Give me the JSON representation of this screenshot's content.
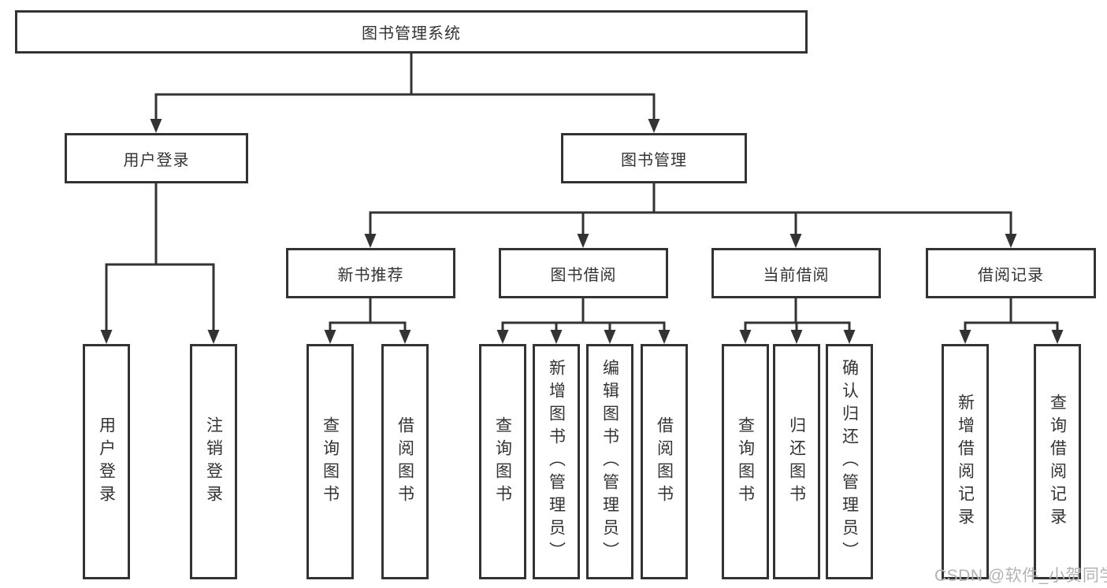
{
  "diagram": {
    "title": "图书管理系统",
    "tree": {
      "root": {
        "label": "图书管理系统"
      },
      "branches": [
        {
          "label": "用户登录",
          "children": [
            {
              "label": "用户登录"
            },
            {
              "label": "注销登录"
            }
          ]
        },
        {
          "label": "图书管理",
          "children": [
            {
              "label": "新书推荐",
              "children": [
                {
                  "label": "查询图书"
                },
                {
                  "label": "借阅图书"
                }
              ]
            },
            {
              "label": "图书借阅",
              "children": [
                {
                  "label": "查询图书"
                },
                {
                  "label": "新增图书（管理员）"
                },
                {
                  "label": "编辑图书（管理员）"
                },
                {
                  "label": "借阅图书"
                }
              ]
            },
            {
              "label": "当前借阅",
              "children": [
                {
                  "label": "查询图书"
                },
                {
                  "label": "归还图书"
                },
                {
                  "label": "确认归还（管理员）"
                }
              ]
            },
            {
              "label": "借阅记录",
              "children": [
                {
                  "label": "新增借阅记录"
                },
                {
                  "label": "查询借阅记录"
                }
              ]
            }
          ]
        }
      ]
    },
    "colors": {
      "line": "#333333",
      "box_border": "#333333",
      "box_fill": "#ffffff",
      "text": "#333333",
      "watermark": "#b3b3b3"
    }
  },
  "watermark": {
    "text": "CSDN @软件_小贺同学"
  }
}
